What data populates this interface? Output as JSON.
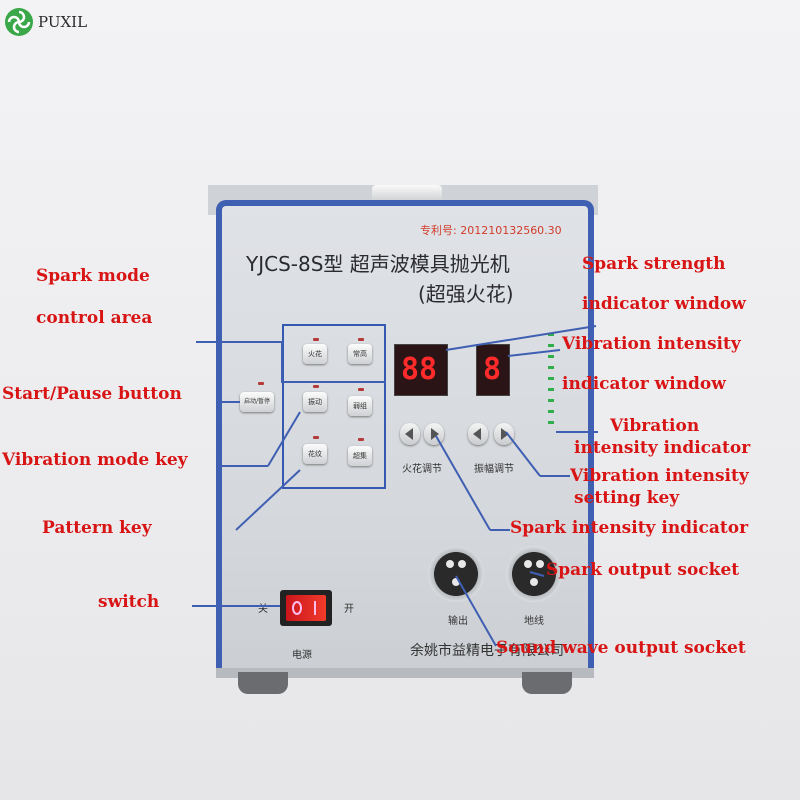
{
  "brand": {
    "name": "PUXIL"
  },
  "device": {
    "patent": "专利号: 201210132560.30",
    "model": "YJCS-8S型 超声波模具抛光机",
    "subtitle": "(超强火花)",
    "manufacturer": "余姚市益精电子有限公司",
    "mode_keys": [
      "火花",
      "振动",
      "花纹"
    ],
    "right_keys": [
      "常高",
      "弱组",
      "超集"
    ],
    "start_key": "启动/暂停",
    "spark_display": "88",
    "vibration_display": "8",
    "spark_adjust_label": "火花调节",
    "vibration_adjust_label": "振幅调节",
    "output_label": "输出",
    "ground_label": "地线",
    "power_label": "电源",
    "off_label": "关",
    "on_label": "开",
    "accent_color": "#3f5fb3",
    "display_color": "#ff2a2a",
    "indicator_color": "#2fae4a"
  },
  "annotations": {
    "spark_mode_1": "Spark mode",
    "spark_mode_2": "control area",
    "start_pause": "Start/Pause button",
    "vibration_mode_key": "Vibration mode key",
    "pattern_key": "Pattern key",
    "switch": "switch",
    "spark_strength_1": "Spark strength",
    "spark_strength_2": "indicator window",
    "vib_intensity_1": "Vibration intensity",
    "vib_intensity_2": "indicator window",
    "vib_indicator_1": "Vibration",
    "vib_indicator_2": "intensity indicator",
    "vib_setting_1": "Vibration intensity",
    "vib_setting_2": "setting key",
    "spark_intensity_indicator": "Spark intensity indicator",
    "spark_output_socket": "Spark output socket",
    "sound_wave_socket": "Sound wave output socket"
  }
}
